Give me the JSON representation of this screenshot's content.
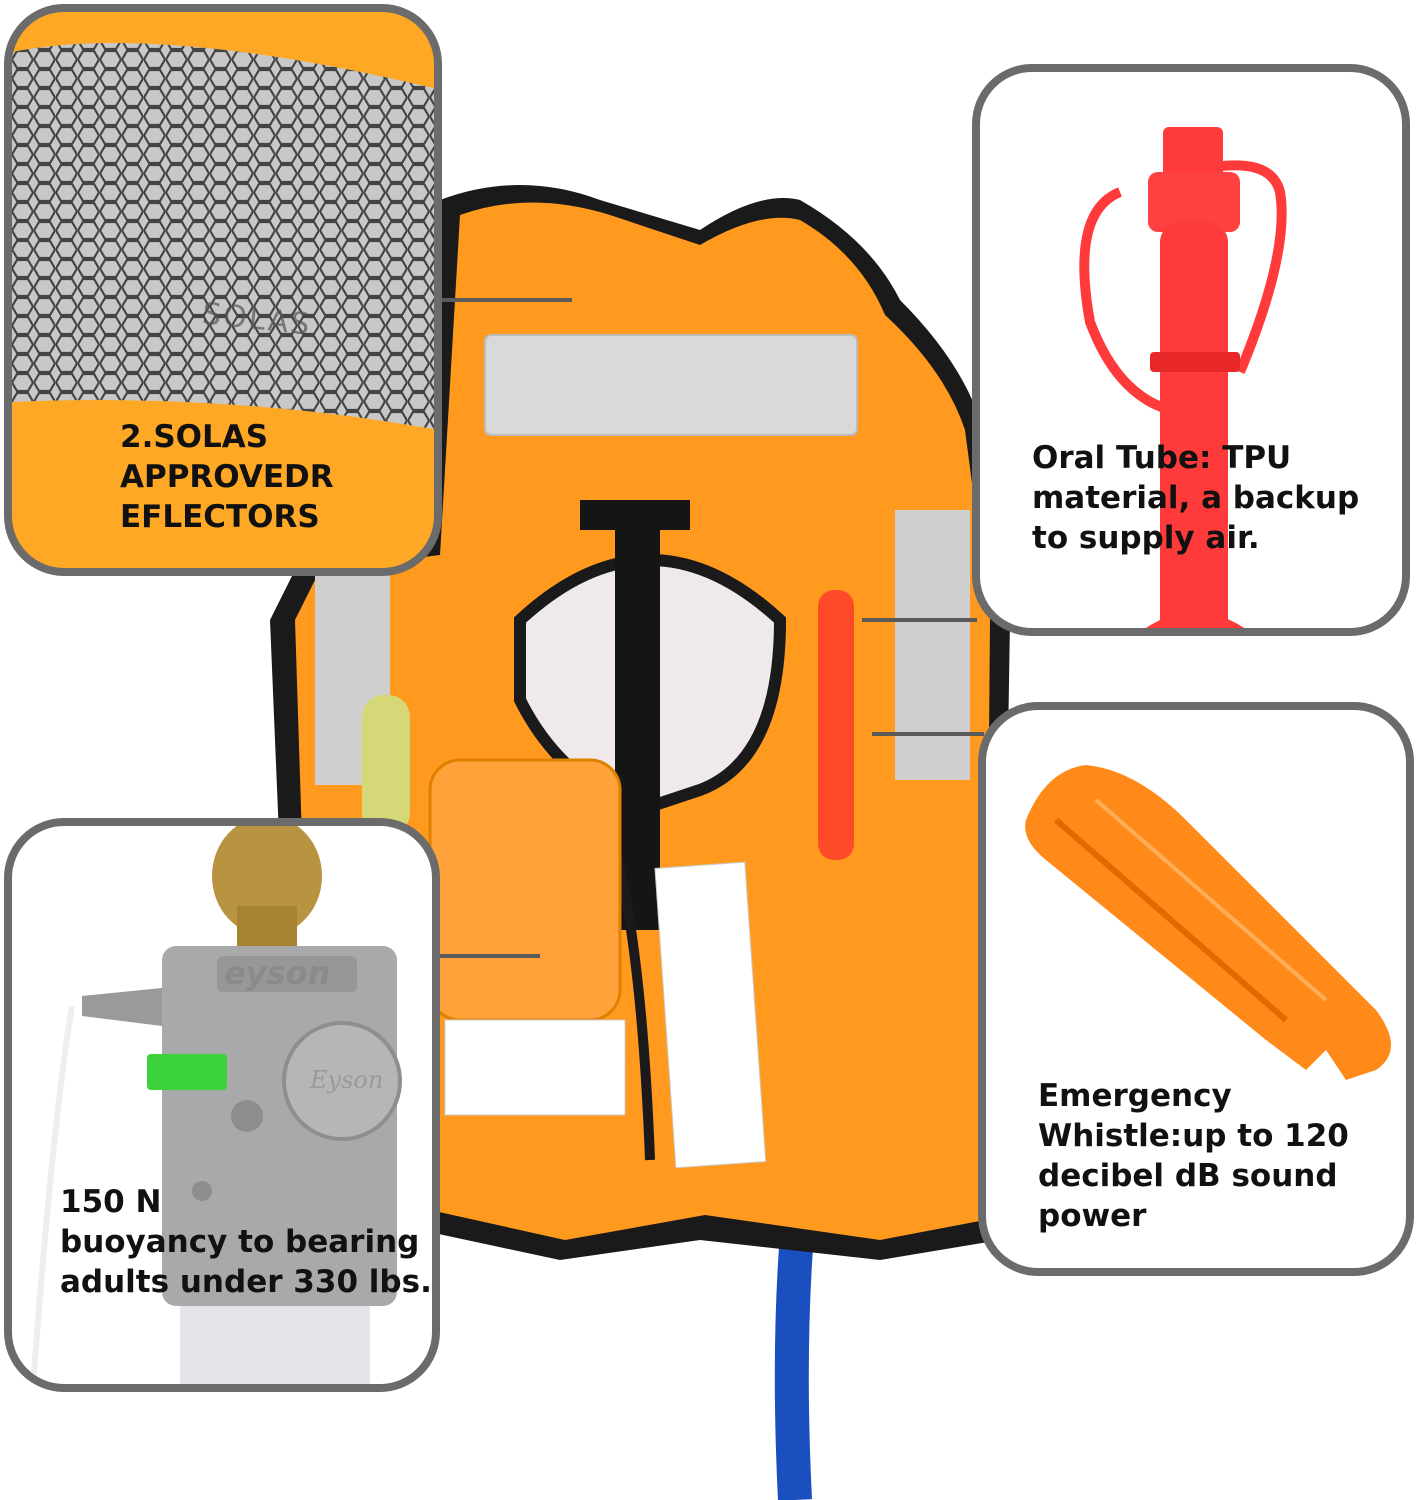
{
  "callouts": {
    "reflector": {
      "text": "2.SOLAS\nAPPROVEDR\nEFLECTORS",
      "stamp": "SOLAS"
    },
    "oral_tube": {
      "text": "Oral Tube: TPU\nmaterial, a backup\nto supply air."
    },
    "buoyancy": {
      "text": "150 N\nbuoyancy to bearing\nadults under 330 lbs.",
      "brand": "eyson",
      "brand_script": "Eyson"
    },
    "whistle": {
      "text": "Emergency\nWhistle:up to 120\ndecibel dB sound\npower"
    }
  },
  "colors": {
    "vest_orange": "#ff9a1e",
    "vest_trim": "#1a1a1a",
    "frame_gray": "#6b6b6b",
    "tube_red": "#ff3a3a",
    "whistle_orange": "#ff8a1a",
    "hose_blue": "#1a4fc0",
    "inflator_gray": "#a9a9ab",
    "trigger_green": "#3cd23c"
  }
}
